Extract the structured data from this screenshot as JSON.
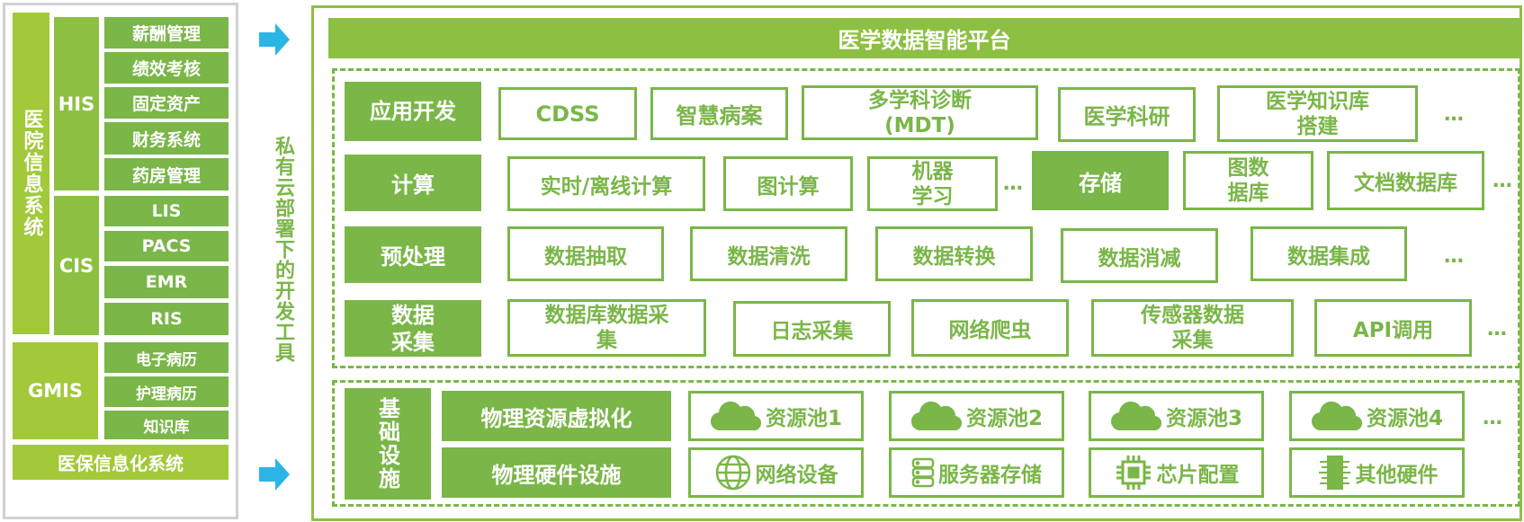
{
  "left": {
    "hospital_system": "医院信息系统",
    "his": "HIS",
    "his_items": [
      "薪酬管理",
      "绩效考核",
      "固定资产",
      "财务系统",
      "药房管理"
    ],
    "cis": "CIS",
    "cis_items": [
      "LIS",
      "PACS",
      "EMR",
      "RIS"
    ],
    "gmis": "GMIS",
    "gmis_items": [
      "电子病历",
      "护理病历",
      "知识库"
    ],
    "insurance": "医保信息化系统"
  },
  "middle": {
    "text": "私有云部署下的开发工具"
  },
  "platform": {
    "title": "医学数据智能平台"
  },
  "rows": {
    "app": {
      "label": "应用开发",
      "items": [
        "CDSS",
        "智慧病案",
        "多学科诊断\n(MDT)",
        "医学科研",
        "医学知识库\n搭建"
      ],
      "more": "…"
    },
    "compute": {
      "label": "计算",
      "items": [
        "实时/离线计算",
        "图计算",
        "机器\n学习"
      ],
      "more": "…",
      "storage_label": "存储",
      "storage_items": [
        "图数\n据库",
        "文档数据库"
      ],
      "storage_more": "…"
    },
    "preprocess": {
      "label": "预处理",
      "items": [
        "数据抽取",
        "数据清洗",
        "数据转换",
        "数据消减",
        "数据集成"
      ],
      "more": "…"
    },
    "collect": {
      "label": "数据\n采集",
      "items": [
        "数据库数据采\n集",
        "日志采集",
        "网络爬虫",
        "传感器数据\n采集",
        "API调用"
      ],
      "more": "…"
    }
  },
  "infra": {
    "label": "基础设施",
    "virtualization": "物理资源虚拟化",
    "hardware": "物理硬件设施",
    "pools": [
      {
        "icon": "cloud-icon",
        "label": "资源池1"
      },
      {
        "icon": "cloud-icon",
        "label": "资源池2"
      },
      {
        "icon": "cloud-icon",
        "label": "资源池3"
      },
      {
        "icon": "cloud-icon",
        "label": "资源池4"
      }
    ],
    "pools_more": "…",
    "devices": [
      {
        "icon": "globe-icon",
        "label": "网络设备"
      },
      {
        "icon": "server-icon",
        "label": "服务器存储"
      },
      {
        "icon": "chip-icon",
        "label": "芯片配置"
      },
      {
        "icon": "circuit-board-icon",
        "label": "其他硬件"
      }
    ],
    "devices_more": "…"
  },
  "colors": {
    "primary": "#7ab648",
    "light": "#a1c93a",
    "arrow": "#2bb5e6",
    "frame": "#d0d0d0"
  }
}
